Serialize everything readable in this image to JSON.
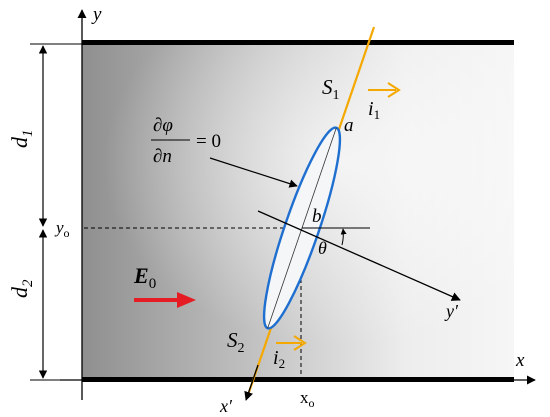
{
  "labels": {
    "y_axis": "y",
    "x_axis": "x",
    "x_prime": "x′",
    "y_prime": "y′",
    "origin_y": "y",
    "origin_y_sub": "o",
    "origin_x": "x",
    "origin_x_sub": "o",
    "d1": "d",
    "d1_sub": "1",
    "d2": "d",
    "d2_sub": "2",
    "s1": "S",
    "s1_sub": "1",
    "s2": "S",
    "s2_sub": "2",
    "i1": "i",
    "i1_sub": "1",
    "i2": "i",
    "i2_sub": "2",
    "a": "a",
    "b": "b",
    "theta": "θ",
    "e0": "E",
    "e0_sub": "0",
    "bc_numerator": "∂φ",
    "bc_denominator": "∂n",
    "bc_rhs": "= 0"
  },
  "colors": {
    "ellipse_stroke": "#1f6fd0",
    "crack_line": "#f5a800",
    "current_arrow": "#f5a800",
    "field_arrow": "#e51c23",
    "boundary": "#000000"
  }
}
